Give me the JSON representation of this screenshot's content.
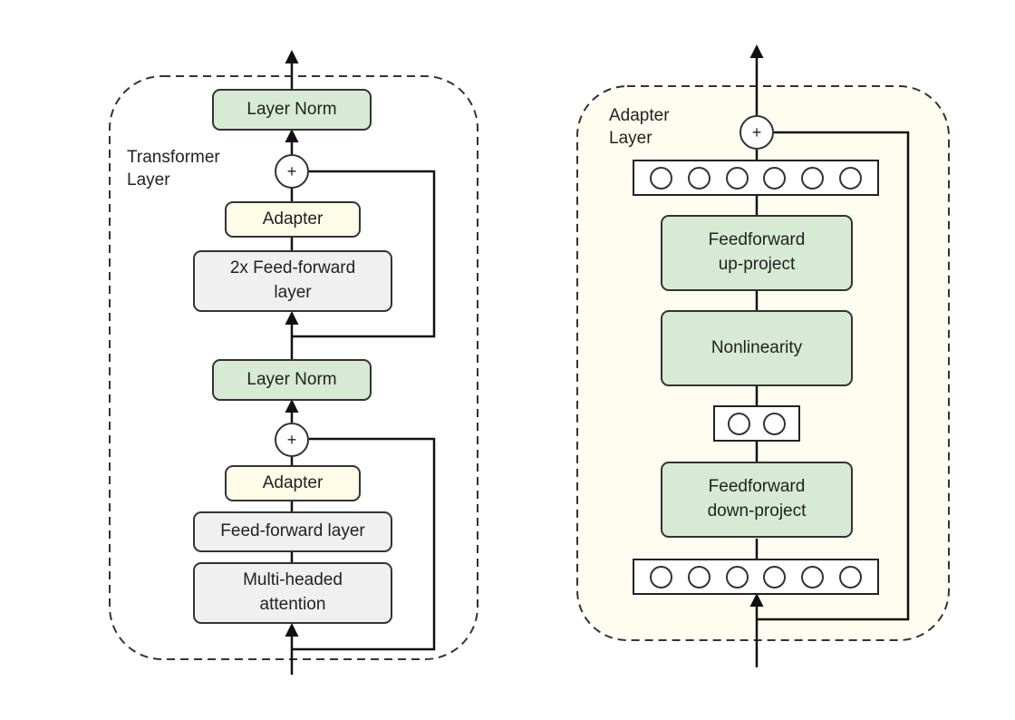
{
  "colors": {
    "green_box": "#d7ead3",
    "gray_box": "#f0f0f0",
    "adapter_box": "#fefbe7",
    "adapter_panel_bg": "#fffdf0",
    "line": "#111111"
  },
  "transformer": {
    "title": "Transformer\nLayer",
    "layer_norm_top": "Layer Norm",
    "adapter_top": "Adapter",
    "ff2x": "2x Feed-forward\nlayer",
    "layer_norm_bottom": "Layer Norm",
    "adapter_bottom": "Adapter",
    "ff": "Feed-forward layer",
    "attention": "Multi-headed\nattention",
    "plus": "+"
  },
  "adapter": {
    "title": "Adapter\nLayer",
    "up_project": "Feedforward\nup-project",
    "nonlinearity": "Nonlinearity",
    "down_project": "Feedforward\ndown-project",
    "plus": "+",
    "wide_units": 6,
    "narrow_units": 2
  }
}
